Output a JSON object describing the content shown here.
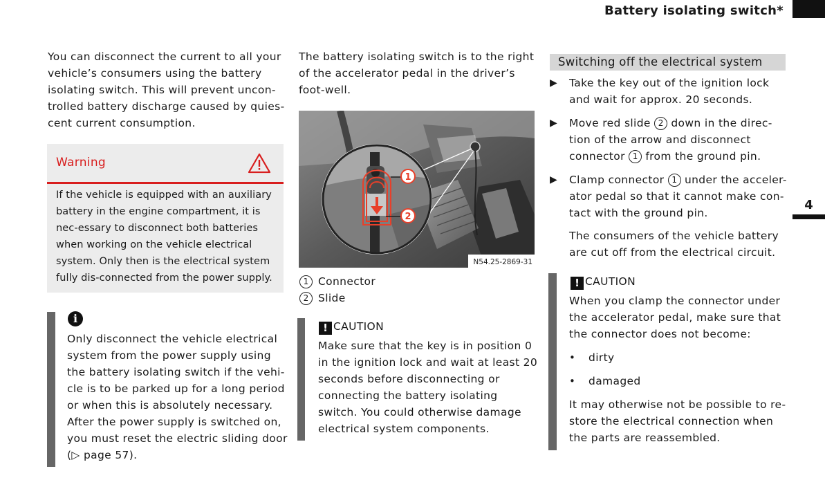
{
  "header": {
    "title": "Battery isolating switch*"
  },
  "tab": {
    "chapter": "4"
  },
  "col1": {
    "intro": "You can disconnect the current to all your vehicle’s consumers using the battery isolating switch. This will prevent uncon-trolled battery discharge caused by quies-cent current consumption.",
    "warning": {
      "title": "Warning",
      "body": "If the vehicle is equipped with an auxiliary battery in the engine compartment, it is nec-essary to disconnect both batteries when working on the vehicle electrical system. Only then is the electrical system fully dis-connected from the power supply."
    },
    "info": {
      "icon": "i",
      "body": "Only disconnect the vehicle electrical system from the power supply using the battery isolating switch if the vehi-cle is to be parked up for a long period or when this is absolutely necessary. After the power supply is switched on, you must reset the electric sliding door (▷ page 57)."
    }
  },
  "col2": {
    "intro": "The battery isolating switch is to the right of the accelerator pedal in the driver’s foot-well.",
    "photo": {
      "code": "N54.25-2869-31",
      "callout1": "1",
      "callout2": "2"
    },
    "legend": [
      {
        "num": "1",
        "label": "Connector"
      },
      {
        "num": "2",
        "label": "Slide"
      }
    ],
    "caution": {
      "icon": "!",
      "title": "CAUTION",
      "body": "Make sure that the key is in position 0 in the ignition lock and wait at least 20 seconds before disconnecting or connecting the battery isolating switch. You could otherwise damage electrical system components."
    }
  },
  "col3": {
    "heading": "Switching off the electrical system",
    "step_marker": "▶",
    "steps": {
      "s1": "Take the key out of the ignition lock and wait for approx. 20 seconds.",
      "s2a": "Move red slide",
      "s2num": "2",
      "s2b": "down in the direc-tion of the arrow and disconnect connector",
      "s2num2": "1",
      "s2c": "from the ground pin.",
      "s3a": "Clamp connector",
      "s3num": "1",
      "s3b": "under the acceler-ator pedal so that it cannot make con-tact with the ground pin."
    },
    "result": "The consumers of the vehicle battery are cut off from the electrical circuit.",
    "caution": {
      "icon": "!",
      "title": "CAUTION",
      "intro": "When you clamp the connector under the accelerator pedal, make sure that the connector does not become:",
      "bullet_marker": "•",
      "bullets": [
        "dirty",
        "damaged"
      ],
      "outro": "It may otherwise not be possible to re-store the electrical connection when the parts are reassembled."
    }
  },
  "colors": {
    "warning_red": "#d81e1e",
    "bar_gray": "#666666",
    "heading_gray": "#d6d6d6",
    "box_gray": "#ececec",
    "callout_red": "#e8402a"
  }
}
